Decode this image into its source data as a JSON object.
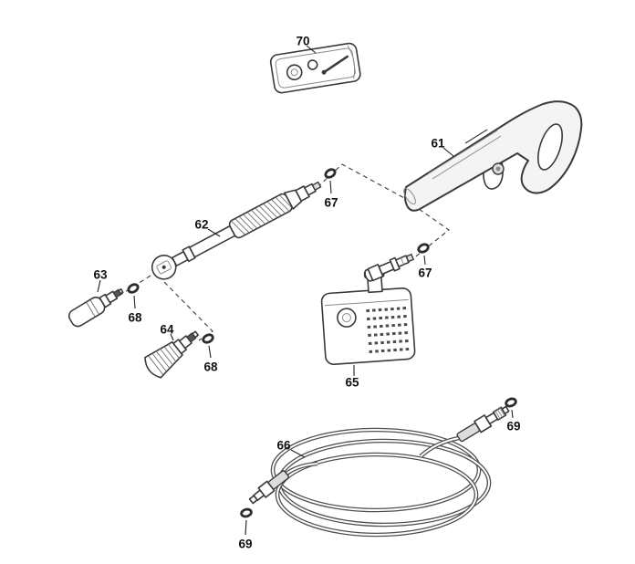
{
  "colors": {
    "background": "#ffffff",
    "outline": "#3a3a3a",
    "label_text": "#101010",
    "hose": "#4f4f4f"
  },
  "labels": {
    "p61": "61",
    "p62": "62",
    "p63": "63",
    "p64": "64",
    "p65": "65",
    "p66": "66",
    "p67a": "67",
    "p67b": "67",
    "p68a": "68",
    "p68b": "68",
    "p69a": "69",
    "p69b": "69",
    "p70": "70"
  }
}
